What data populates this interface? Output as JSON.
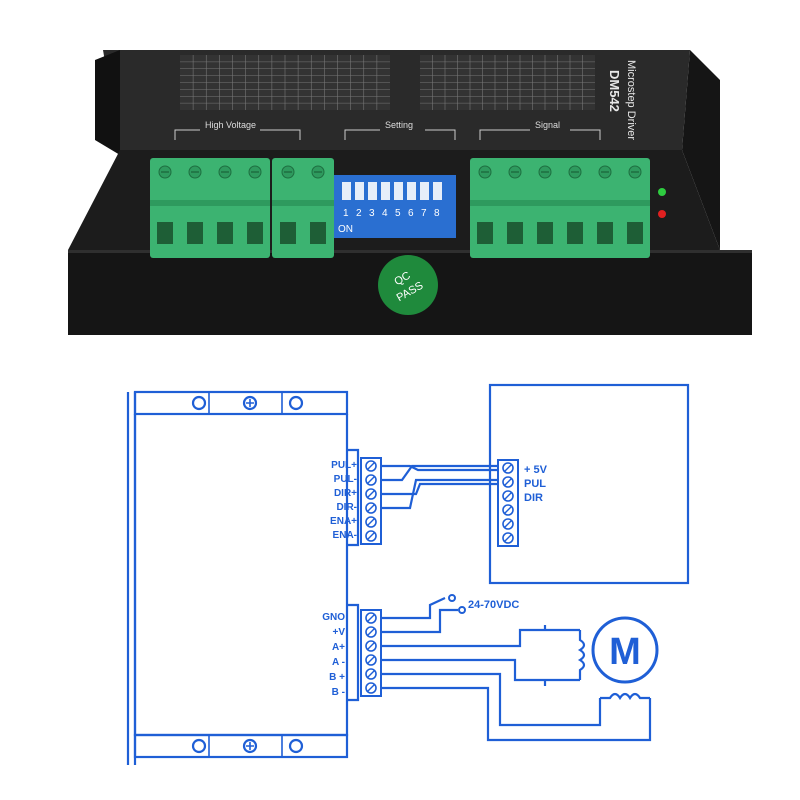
{
  "device": {
    "model": "DM542",
    "title": "Microstep Driver",
    "high_voltage_label": "High Voltage",
    "setting_label": "Setting",
    "signal_label": "Signal",
    "dip_numbers": [
      "1",
      "2",
      "3",
      "4",
      "5",
      "6",
      "7",
      "8"
    ],
    "dip_on_label": "ON",
    "qc_line1": "QC",
    "qc_line2": "PASS",
    "terminal_colors": {
      "body": "#3cb371",
      "case": "#1c1c1c",
      "dip": "#2a6fd1",
      "led_green": "#2ecc40",
      "led_red": "#e02020"
    }
  },
  "diagram": {
    "signal_pins": [
      "PUL+",
      "PUL-",
      "DIR+",
      "DIR-",
      "ENA+",
      "ENA-"
    ],
    "power_pins": [
      "GNO",
      "+V",
      "A+",
      "A -",
      "B +",
      "B -"
    ],
    "controller_pins": [
      "+ 5V",
      "PUL",
      "DIR"
    ],
    "supply_label": "24-70VDC",
    "motor_label": "M",
    "line_color": "#1f5fd6"
  }
}
